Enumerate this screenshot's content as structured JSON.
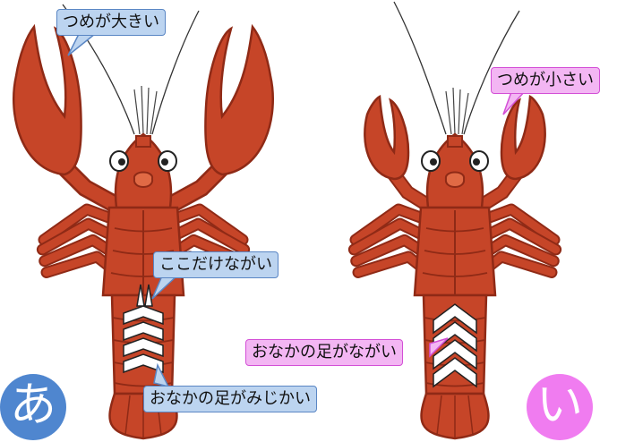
{
  "colors": {
    "body": "#c64528",
    "body_dark": "#8f2a16",
    "body_light": "#e06a45",
    "label_blue_bg": "#bcd4f0",
    "label_blue_border": "#5a86c4",
    "label_pink_bg": "#f3b6f3",
    "label_pink_border": "#d34fd6",
    "badge_blue": "#4f86cf",
    "badge_pink": "#f07cf0"
  },
  "left_crayfish": {
    "badge": "あ",
    "claw_label": "つめが大きい",
    "swimmeret_length_label": "ここだけながい",
    "swimmeret_label": "おなかの足がみじかい"
  },
  "right_crayfish": {
    "badge": "い",
    "claw_label": "つめが小さい",
    "swimmeret_label": "おなかの足がながい"
  }
}
